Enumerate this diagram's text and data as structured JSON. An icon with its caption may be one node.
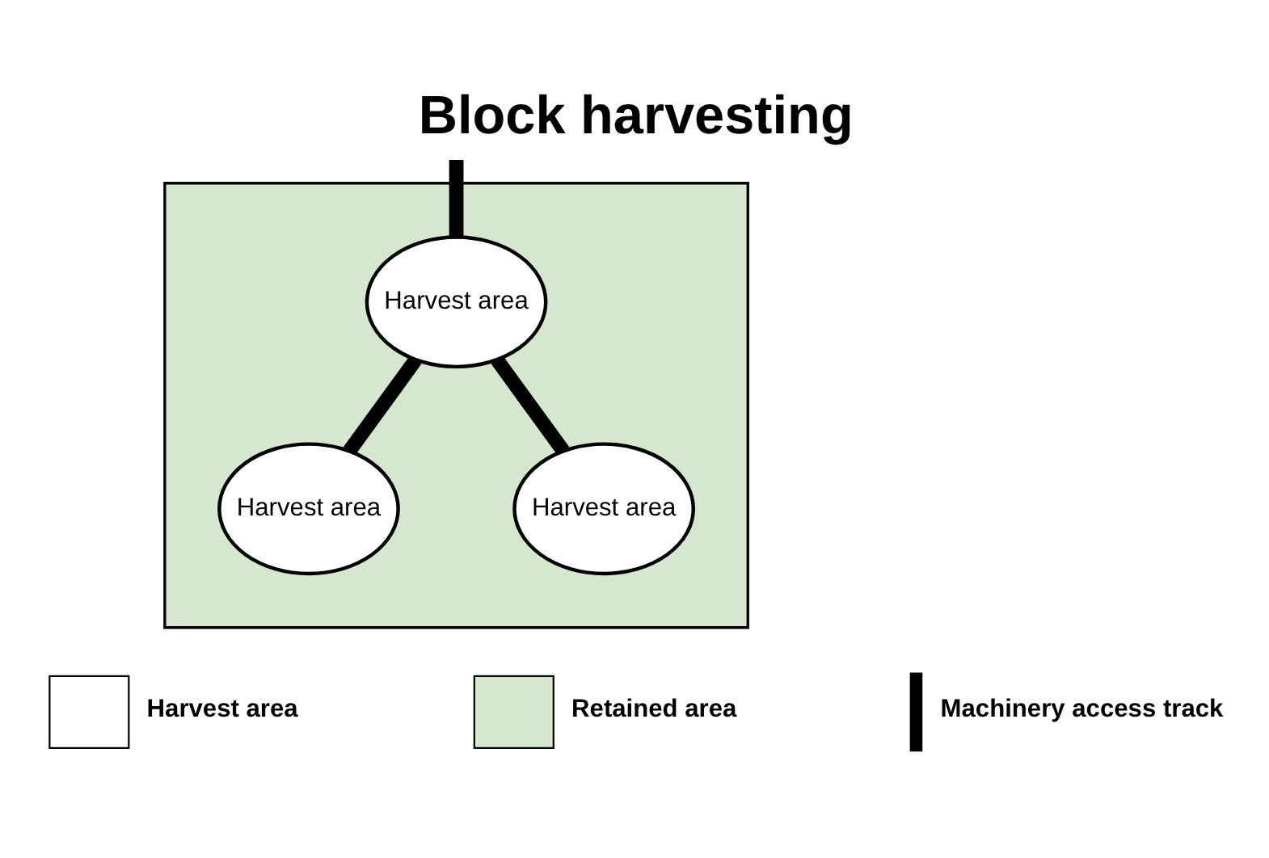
{
  "diagram": {
    "title": "Block harvesting",
    "nodes": [
      {
        "text": [],
        "shape": "box"
      },
      {
        "text": [
          "Harvest area"
        ],
        "in": 0
      },
      {
        "text": [
          "Harvest area"
        ],
        "in": 0
      },
      {
        "text": [
          "Harvest area"
        ],
        "in": 0
      }
    ],
    "edges": [
      {
        "from": null,
        "to": 1,
        "arrow": "none"
      },
      {
        "from": 1,
        "to": 2,
        "arrow": "none"
      },
      {
        "from": 1,
        "to": 3,
        "arrow": "none"
      }
    ],
    "legend": [
      {
        "text": "Harvest area",
        "color": "#ffffff"
      },
      {
        "text": "Retained area",
        "color": "#d5e8cf"
      },
      {
        "text": "Machinery access track"
      }
    ]
  }
}
